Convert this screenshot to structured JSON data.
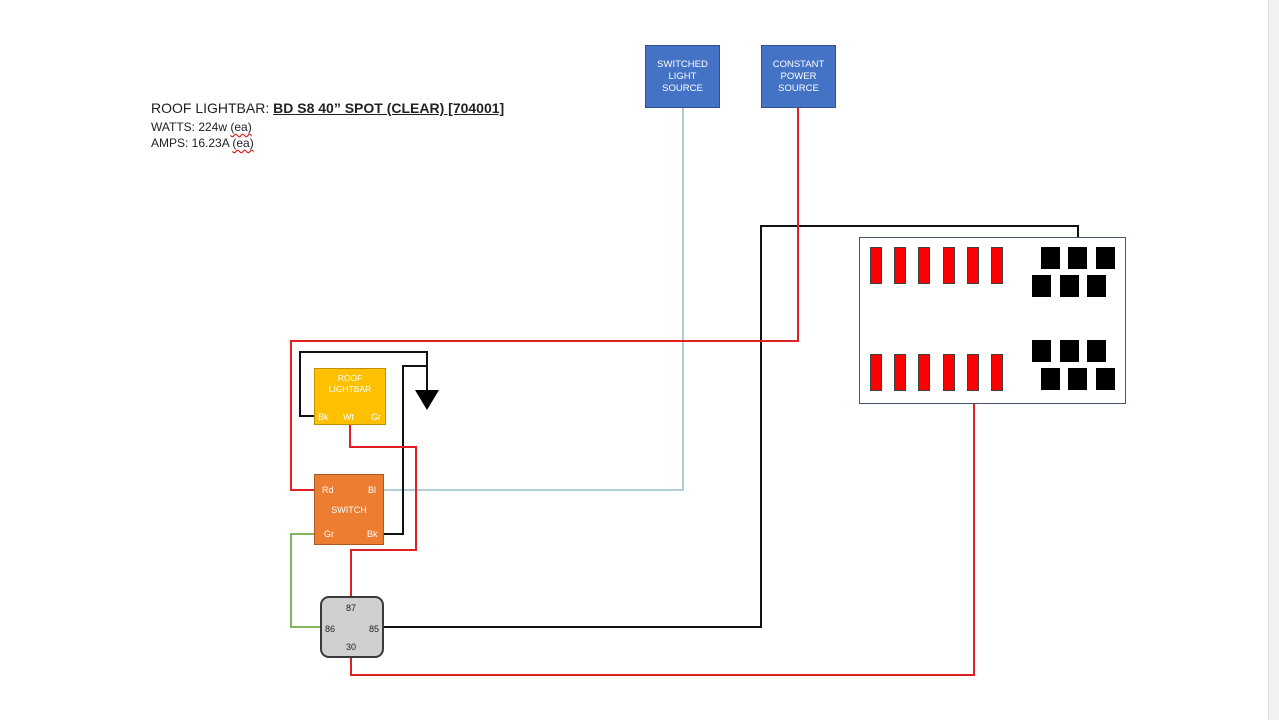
{
  "header": {
    "title_prefix": "ROOF LIGHTBAR: ",
    "title_product": "BD S8 40” SPOT (CLEAR) [704001]",
    "watts_label": "WATTS: 224w ",
    "watts_unit": "(ea)",
    "amps_label": "AMPS:   16.23A ",
    "amps_unit": "(ea)"
  },
  "sources": {
    "switched": [
      "SWITCHED",
      "LIGHT",
      "SOURCE"
    ],
    "constant": [
      "CONSTANT",
      "POWER",
      "SOURCE"
    ]
  },
  "lightbar": {
    "label_lines": [
      "ROOF",
      "LIGHTBAR"
    ],
    "pins": {
      "bk": "Bk",
      "wt": "Wt",
      "gr": "Gr"
    }
  },
  "switch": {
    "label": "SWITCH",
    "pins": {
      "rd": "Rd",
      "bl": "Bl",
      "gr": "Gr",
      "bk": "Bk"
    }
  },
  "relay": {
    "pins": {
      "p87": "87",
      "p86": "86",
      "p85": "85",
      "p30": "30"
    }
  },
  "colors": {
    "red_wire": "#e02020",
    "black_wire": "#111111",
    "blue_wire": "#9bbecb",
    "green_wire": "#70ad47",
    "blue_box": "#4472c4",
    "lightbar_box": "#ffc000",
    "switch_box": "#ed7d31",
    "relay_box": "#d0d0d0"
  }
}
